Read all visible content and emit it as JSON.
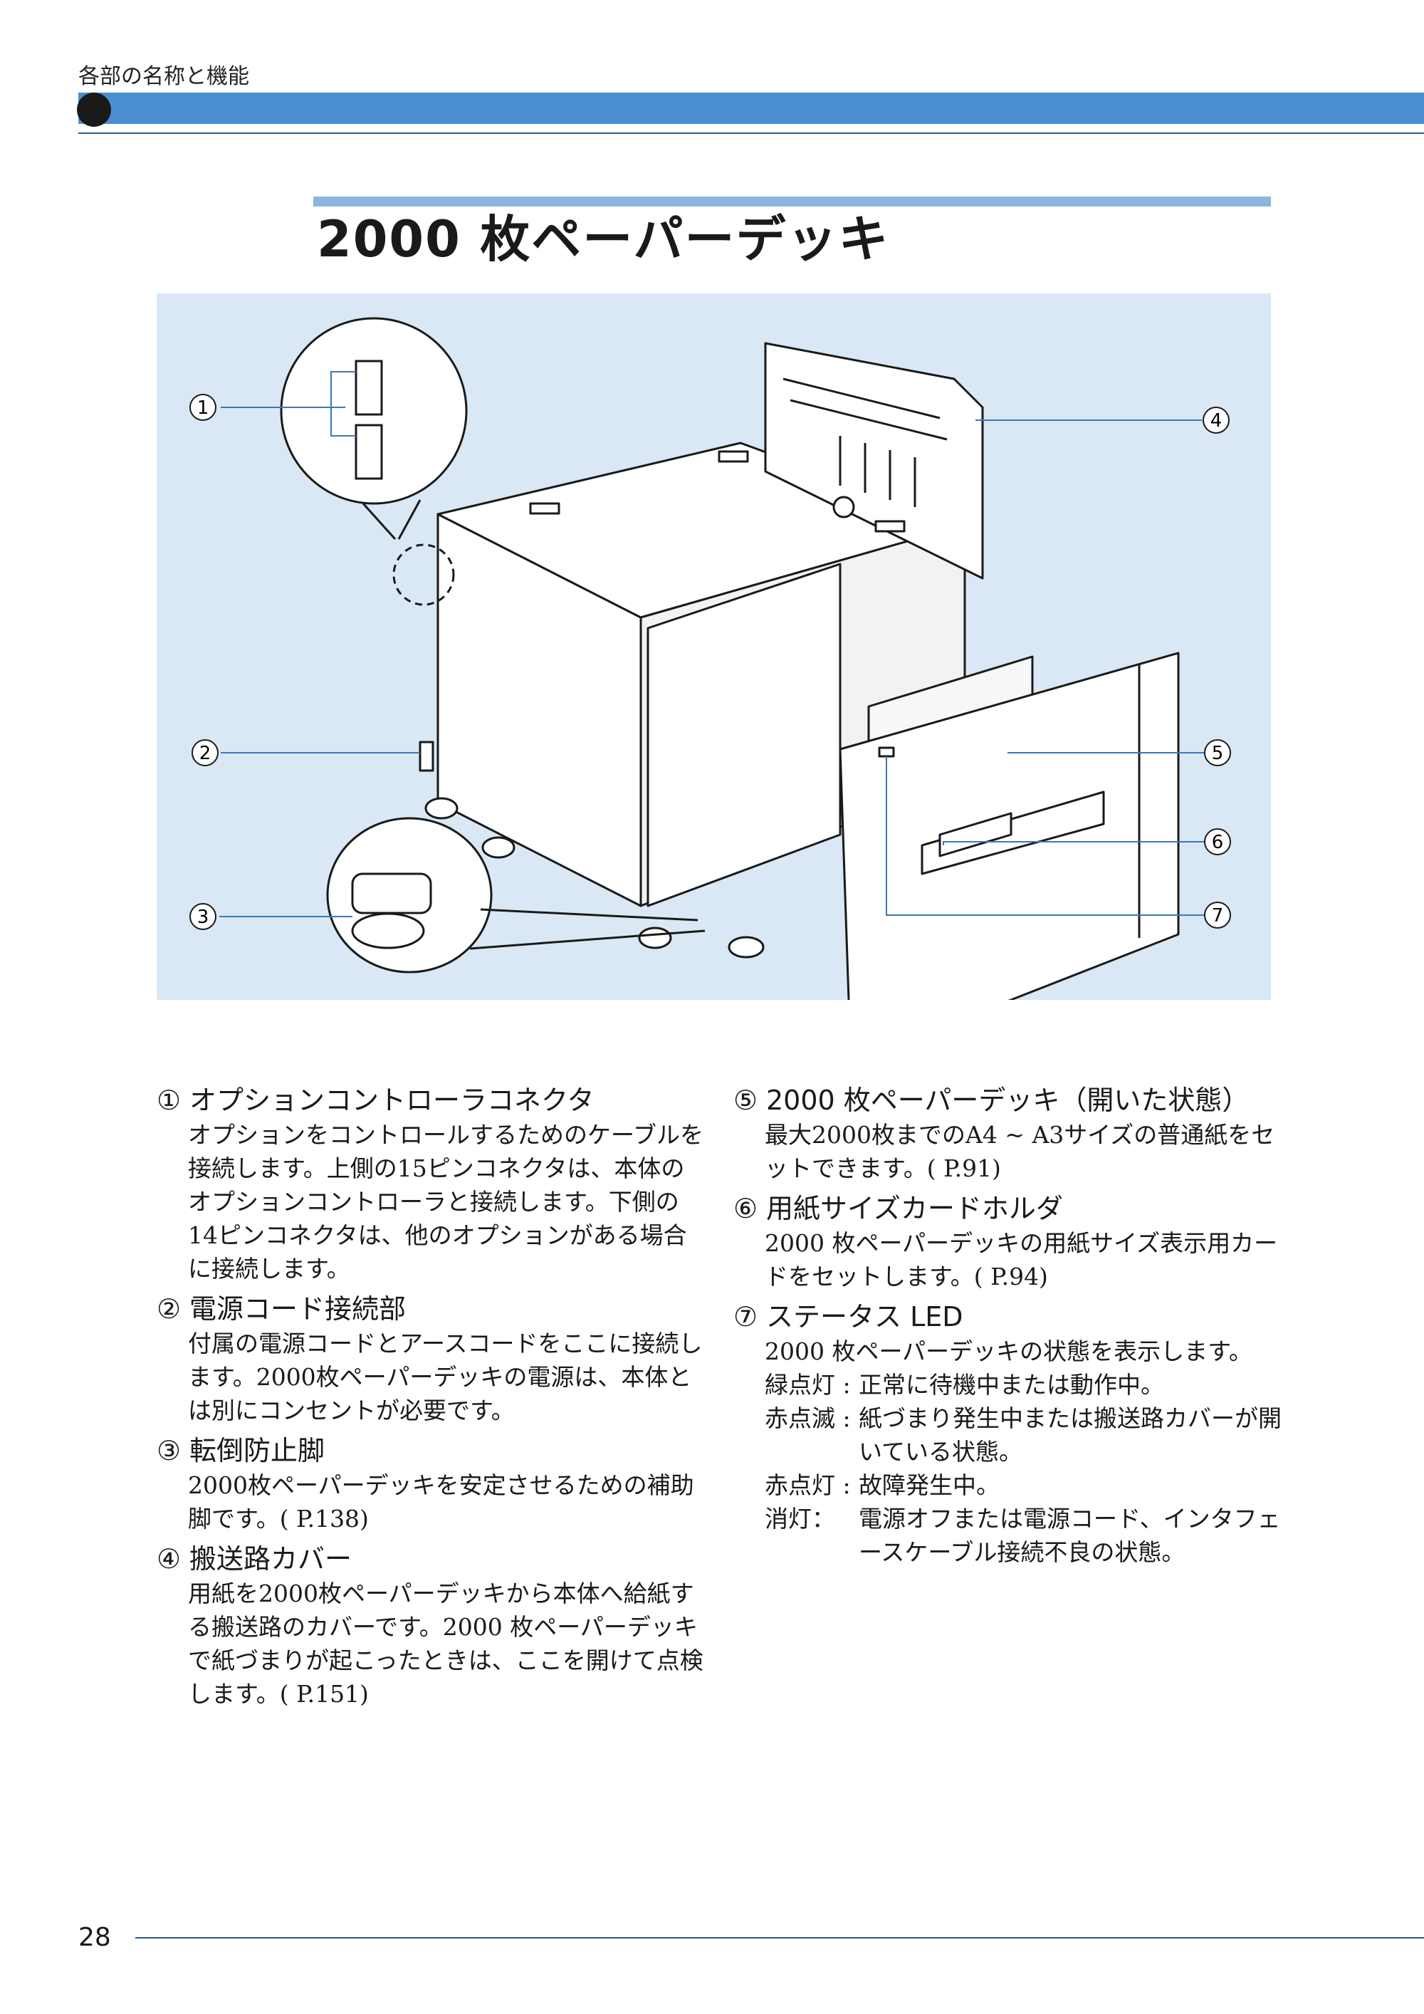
{
  "header": {
    "section": "各部の名称と機能"
  },
  "page_title": "2000 枚ペーパーデッキ",
  "callouts": [
    "1",
    "2",
    "3",
    "4",
    "5",
    "6",
    "7"
  ],
  "items": [
    {
      "num": "①",
      "title": "オプションコントローラコネクタ",
      "body": "オプションをコントロールするためのケーブルを接続します。上側の15ピンコネクタは、本体のオプションコントローラと接続します。下側の14ピンコネクタは、他のオプションがある場合に接続します。"
    },
    {
      "num": "②",
      "title": "電源コード接続部",
      "body": "付属の電源コードとアースコードをここに接続します。2000枚ペーパーデッキの電源は、本体とは別にコンセントが必要です。"
    },
    {
      "num": "③",
      "title": "転倒防止脚",
      "body": "2000枚ペーパーデッキを安定させるための補助脚です。( P.138)"
    },
    {
      "num": "④",
      "title": "搬送路カバー",
      "body": "用紙を2000枚ペーパーデッキから本体へ給紙する搬送路のカバーです。2000 枚ペーパーデッキで紙づまりが起こったときは、ここを開けて点検します。( P.151)"
    },
    {
      "num": "⑤",
      "title": "2000 枚ペーパーデッキ（開いた状態）",
      "body": "最大2000枚までのA4 ~ A3サイズの普通紙をセットできます。( P.91)"
    },
    {
      "num": "⑥",
      "title": "用紙サイズカードホルダ",
      "body": "2000 枚ペーパーデッキの用紙サイズ表示用カードをセットします。( P.94)"
    },
    {
      "num": "⑦",
      "title": "ステータス LED",
      "body": "2000 枚ペーパーデッキの状態を表示します。",
      "led_states": [
        {
          "term": "緑点灯 :",
          "desc": "正常に待機中または動作中。"
        },
        {
          "term": "赤点滅 :",
          "desc": "紙づまり発生中または搬送路カバーが開いている状態。"
        },
        {
          "term": "赤点灯 :",
          "desc": "故障発生中。"
        },
        {
          "term": "消灯：",
          "desc": "電源オフまたは電源コード、インタフェースケーブル接続不良の状態。"
        }
      ]
    }
  ],
  "footer": {
    "page_number": "28"
  }
}
